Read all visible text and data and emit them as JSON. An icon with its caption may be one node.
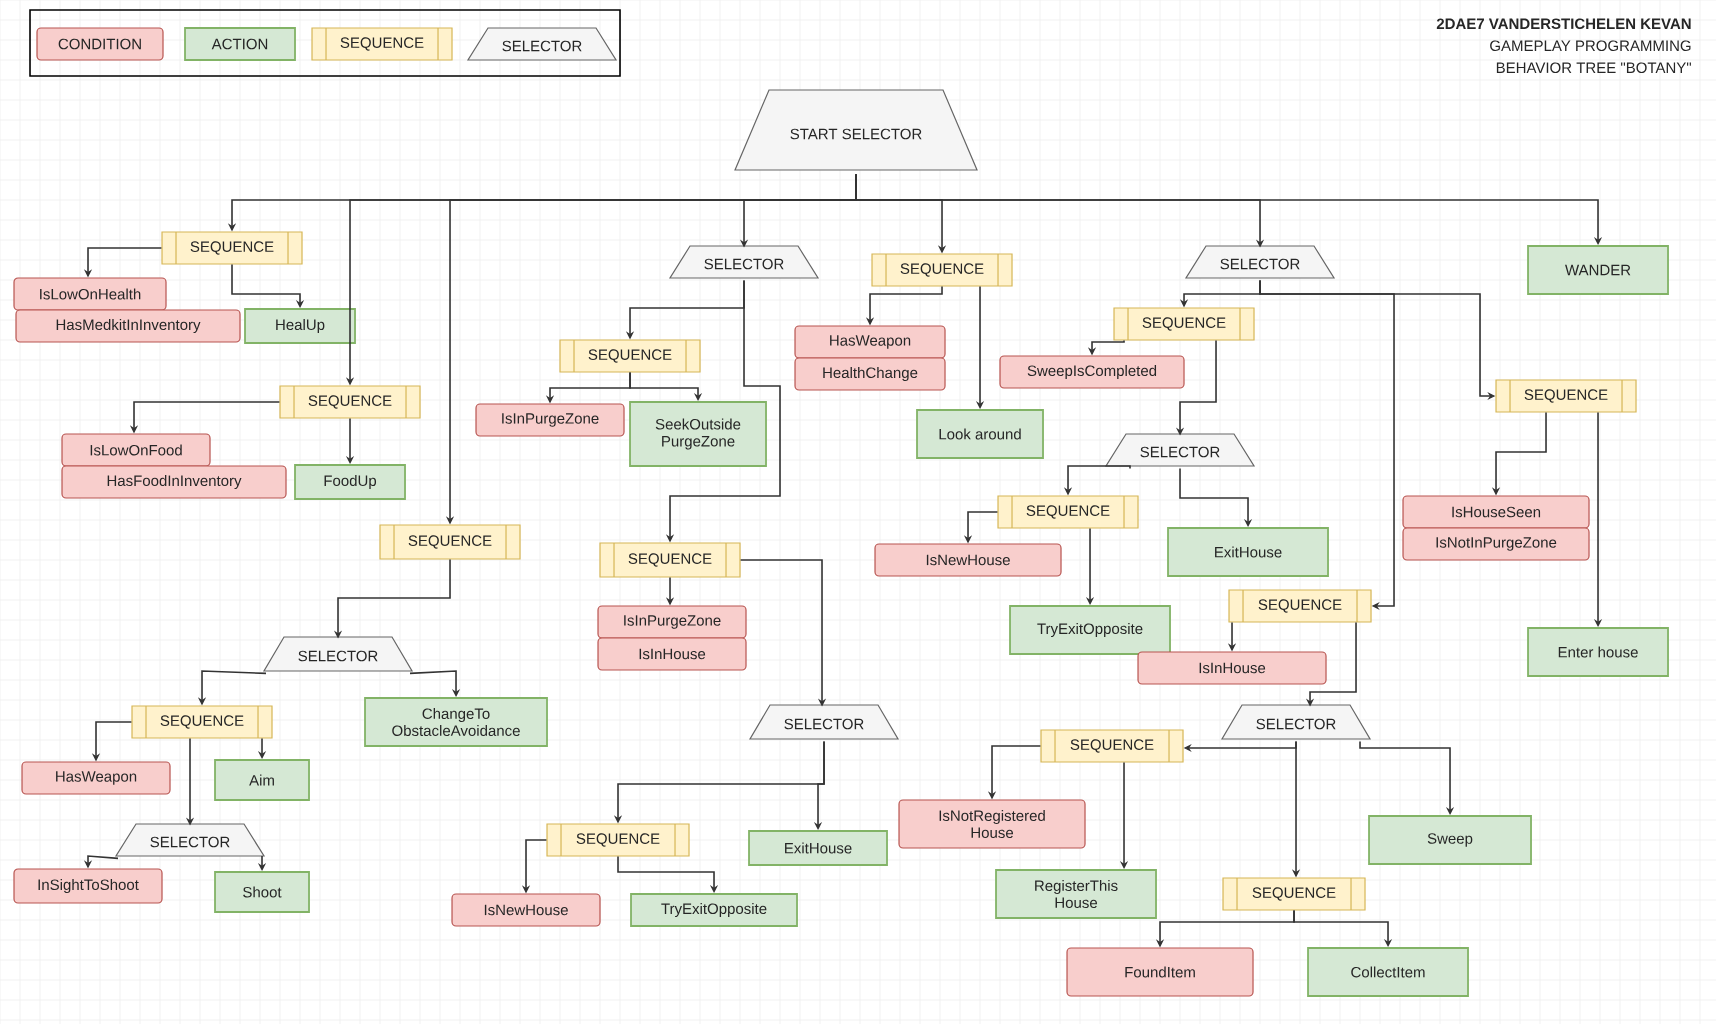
{
  "diagram": {
    "title": "2DAE7 VANDERSTICHELEN KEVAN",
    "nodes": [
      {
        "text": [
          "START SELECTOR"
        ]
      },
      {
        "text": [
          "SEQUENCE"
        ]
      },
      {
        "text": [
          "IsLowOnHealth"
        ]
      },
      {
        "text": [
          "HasMedkitInInventory"
        ]
      },
      {
        "text": [
          "HealUp"
        ]
      },
      {
        "text": [
          "SEQUENCE"
        ]
      },
      {
        "text": [
          "IsLowOnFood"
        ]
      },
      {
        "text": [
          "HasFoodInInventory"
        ]
      },
      {
        "text": [
          "FoodUp"
        ]
      },
      {
        "text": [
          "SEQUENCE"
        ]
      },
      {
        "text": [
          "SELECTOR"
        ]
      },
      {
        "text": [
          "SEQUENCE"
        ]
      },
      {
        "text": [
          "ChangeTo ObstacleAvoidance"
        ]
      },
      {
        "text": [
          "HasWeapon"
        ]
      },
      {
        "text": [
          "Aim"
        ]
      },
      {
        "text": [
          "SELECTOR"
        ]
      },
      {
        "text": [
          "InSightToShoot"
        ]
      },
      {
        "text": [
          "Shoot"
        ]
      },
      {
        "text": [
          "SELECTOR"
        ]
      },
      {
        "text": [
          "SEQUENCE"
        ]
      },
      {
        "text": [
          "SEQUENCE"
        ]
      },
      {
        "text": [
          "IsInPurgeZone"
        ]
      },
      {
        "text": [
          "SeekOutside PurgeZone"
        ]
      },
      {
        "text": [
          "IsInPurgeZone"
        ]
      },
      {
        "text": [
          "IsInHouse"
        ]
      },
      {
        "text": [
          "SELECTOR"
        ]
      },
      {
        "text": [
          "SEQUENCE"
        ]
      },
      {
        "text": [
          "ExitHouse"
        ]
      },
      {
        "text": [
          "IsNewHouse"
        ]
      },
      {
        "text": [
          "TryExitOpposite"
        ]
      },
      {
        "text": [
          "SEQUENCE"
        ]
      },
      {
        "text": [
          "HasWeapon"
        ]
      },
      {
        "text": [
          "HealthChange"
        ]
      },
      {
        "text": [
          "Look around"
        ]
      },
      {
        "text": [
          "SELECTOR"
        ]
      },
      {
        "text": [
          "SEQUENCE"
        ]
      },
      {
        "text": [
          "SweepIsCompleted"
        ]
      },
      {
        "text": [
          "SELECTOR"
        ]
      },
      {
        "text": [
          "SEQUENCE"
        ]
      },
      {
        "text": [
          "IsNewHouse"
        ]
      },
      {
        "text": [
          "TryExitOpposite"
        ]
      },
      {
        "text": [
          "ExitHouse"
        ]
      },
      {
        "text": [
          "SEQUENCE"
        ]
      },
      {
        "text": [
          "IsInHouse"
        ]
      },
      {
        "text": [
          "SELECTOR"
        ]
      },
      {
        "text": [
          "SEQUENCE"
        ]
      },
      {
        "text": [
          "IsNotRegistered House"
        ]
      },
      {
        "text": [
          "RegisterThis House"
        ]
      },
      {
        "text": [
          "SEQUENCE"
        ]
      },
      {
        "text": [
          "FoundItem"
        ]
      },
      {
        "text": [
          "CollectItem"
        ]
      },
      {
        "text": [
          "Sweep"
        ]
      },
      {
        "text": [
          "SEQUENCE"
        ]
      },
      {
        "text": [
          "IsHouseSeen"
        ]
      },
      {
        "text": [
          "IsNotInPurgeZone"
        ]
      },
      {
        "text": [
          "Enter house"
        ]
      },
      {
        "text": [
          "WANDER"
        ]
      }
    ],
    "edges": [
      {
        "from": 0,
        "to": 1,
        "arrow": "to"
      },
      {
        "from": 0,
        "to": 5,
        "arrow": "to"
      },
      {
        "from": 0,
        "to": 9,
        "arrow": "to"
      },
      {
        "from": 0,
        "to": 18,
        "arrow": "to"
      },
      {
        "from": 0,
        "to": 30,
        "arrow": "to"
      },
      {
        "from": 0,
        "to": 34,
        "arrow": "to"
      },
      {
        "from": 0,
        "to": 56,
        "arrow": "to"
      },
      {
        "from": 1,
        "to": 2,
        "arrow": "to"
      },
      {
        "from": 1,
        "to": 4,
        "arrow": "to"
      },
      {
        "from": 5,
        "to": 6,
        "arrow": "to"
      },
      {
        "from": 5,
        "to": 8,
        "arrow": "to"
      },
      {
        "from": 9,
        "to": 10,
        "arrow": "to"
      },
      {
        "from": 10,
        "to": 11,
        "arrow": "to"
      },
      {
        "from": 10,
        "to": 12,
        "arrow": "to"
      },
      {
        "from": 11,
        "to": 13,
        "arrow": "to"
      },
      {
        "from": 11,
        "to": 14,
        "arrow": "to"
      },
      {
        "from": 11,
        "to": 15,
        "arrow": "to"
      },
      {
        "from": 15,
        "to": 16,
        "arrow": "to"
      },
      {
        "from": 15,
        "to": 17,
        "arrow": "to"
      },
      {
        "from": 18,
        "to": 19,
        "arrow": "to"
      },
      {
        "from": 18,
        "to": 20,
        "arrow": "to"
      },
      {
        "from": 19,
        "to": 21,
        "arrow": "to"
      },
      {
        "from": 19,
        "to": 22,
        "arrow": "to"
      },
      {
        "from": 20,
        "to": 23,
        "arrow": "to"
      },
      {
        "from": 20,
        "to": 25,
        "arrow": "to"
      },
      {
        "from": 25,
        "to": 26,
        "arrow": "to"
      },
      {
        "from": 25,
        "to": 27,
        "arrow": "to"
      },
      {
        "from": 26,
        "to": 28,
        "arrow": "to"
      },
      {
        "from": 26,
        "to": 29,
        "arrow": "to"
      },
      {
        "from": 30,
        "to": 31,
        "arrow": "to"
      },
      {
        "from": 30,
        "to": 33,
        "arrow": "to"
      },
      {
        "from": 34,
        "to": 35,
        "arrow": "to"
      },
      {
        "from": 35,
        "to": 36,
        "arrow": "to"
      },
      {
        "from": 35,
        "to": 37,
        "arrow": "to"
      },
      {
        "from": 37,
        "to": 38,
        "arrow": "to"
      },
      {
        "from": 38,
        "to": 39,
        "arrow": "to"
      },
      {
        "from": 38,
        "to": 40,
        "arrow": "to"
      },
      {
        "from": 37,
        "to": 41,
        "arrow": "to"
      },
      {
        "from": 34,
        "to": 42,
        "arrow": "to"
      },
      {
        "from": 34,
        "to": 52,
        "arrow": "to"
      },
      {
        "from": 42,
        "to": 43,
        "arrow": "to"
      },
      {
        "from": 42,
        "to": 44,
        "arrow": "to"
      },
      {
        "from": 44,
        "to": 45,
        "arrow": "to"
      },
      {
        "from": 45,
        "to": 46,
        "arrow": "to"
      },
      {
        "from": 45,
        "to": 47,
        "arrow": "to"
      },
      {
        "from": 44,
        "to": 48,
        "arrow": "to"
      },
      {
        "from": 44,
        "to": 51,
        "arrow": "to"
      },
      {
        "from": 48,
        "to": 49,
        "arrow": "to"
      },
      {
        "from": 48,
        "to": 50,
        "arrow": "to"
      },
      {
        "from": 52,
        "to": 53,
        "arrow": "to"
      },
      {
        "from": 52,
        "to": 55,
        "arrow": "to"
      }
    ],
    "labels": [
      "GAMEPLAY PROGRAMMING",
      "BEHAVIOR TREE \"BOTANY\""
    ],
    "legend": [
      {
        "text": "CONDITION",
        "color": "#f8cecc"
      },
      {
        "text": "ACTION",
        "color": "#d5e8d4"
      },
      {
        "text": "SEQUENCE",
        "color": "#fff2cc"
      },
      {
        "text": "SELECTOR",
        "color": "#f5f5f5"
      }
    ]
  }
}
